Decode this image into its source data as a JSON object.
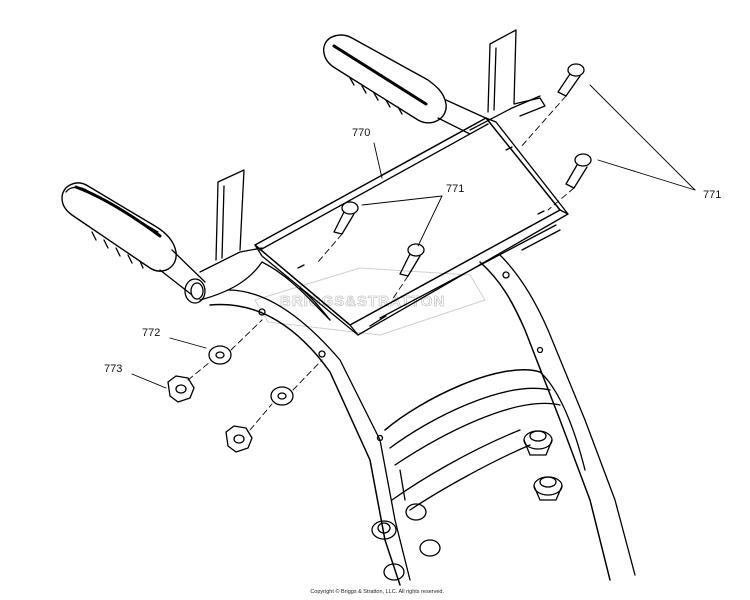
{
  "callouts": {
    "c770": "770",
    "c771_center": "771",
    "c771_right": "771",
    "c772": "772",
    "c773": "773"
  },
  "watermark": "BRIGGS&STRATTON",
  "copyright": "Copyright © Briggs & Stratton, LLC. All rights reserved.",
  "colors": {
    "line": "#000000",
    "watermark": "#c8c8c8"
  }
}
